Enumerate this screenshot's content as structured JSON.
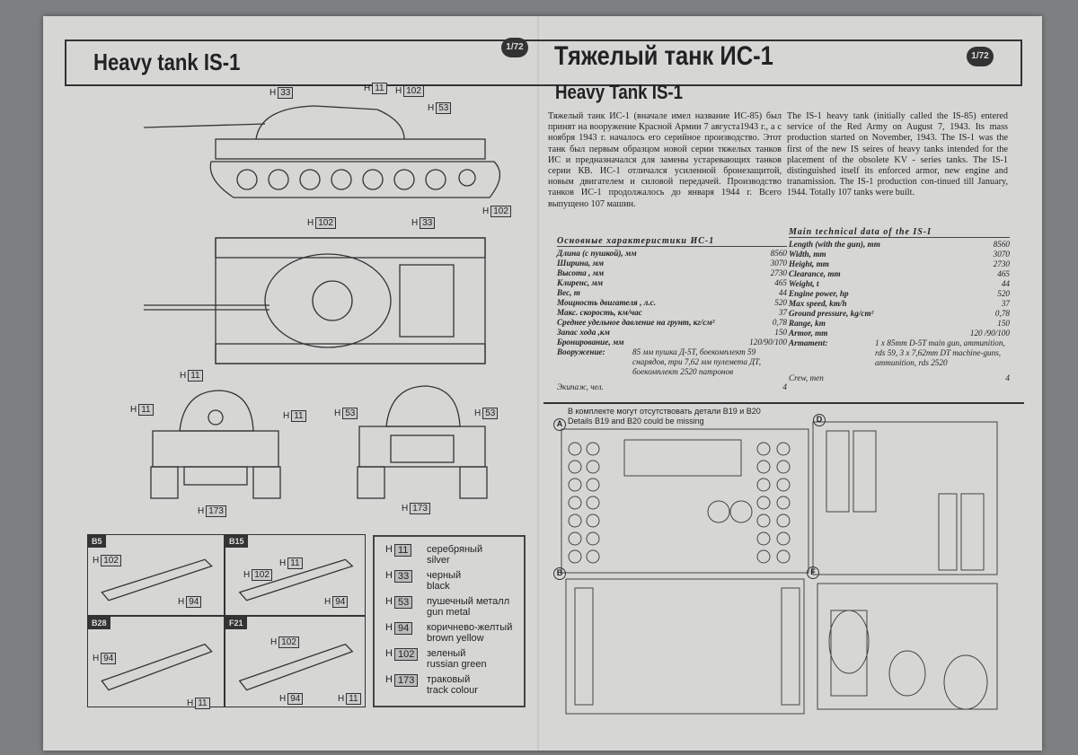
{
  "header": {
    "title_en": "Heavy tank IS-1",
    "scale": "1/72",
    "title_ru": "Тяжелый танк ИС-1",
    "scale_right": "1/72"
  },
  "subtitle": "Heavy Tank IS-1",
  "text_ru": "Тяжелый танк ИС-1 (вначале имел название ИС-85) был принят на вооружение Красной Армии 7 августа1943 г., а с ноября 1943 г. началось его серийное производство. Этот танк был первым образцом новой серии тяжелых танков ИС и предназначался для замены устаревающих танков серии КВ. ИС-1 отличался усиленной бронезащитой, новым двигателем и силовой передачей. Производство танков ИС-1 продолжалось до января 1944 г. Всего выпущено 107 машин.",
  "text_en": "The IS-1 heavy tank (initially called the IS-85) entered service of the Red Army on August 7, 1943. Its mass production started on November, 1943. The IS-1 was the first of the new IS seires of heavy tanks intended for the placement of the obsolete KV - series tanks. The IS-1 distinguished itself its enforced armor, new engine and tranamission. The IS-1 production con-tinued till January, 1944. Totally 107 tanks were built.",
  "specs_ru": {
    "title": "Основные характеристики ИС-1",
    "rows": [
      {
        "k": "Длина (с пушкой), мм",
        "v": "8560"
      },
      {
        "k": "Ширина, мм",
        "v": "3070"
      },
      {
        "k": "Высота , мм",
        "v": "2730"
      },
      {
        "k": "Клиренс, мм",
        "v": "465"
      },
      {
        "k": "Вес, т",
        "v": "44"
      },
      {
        "k": "Мощность двигателя , л.с.",
        "v": "520"
      },
      {
        "k": "Макс. скорость, км/час",
        "v": "37"
      },
      {
        "k": "Среднее удельное давление на грунт, кг/см²",
        "v": "0,78"
      },
      {
        "k": "Запас хода ,км",
        "v": "150"
      },
      {
        "k": "Бронирование, мм",
        "v": "120/90/100"
      }
    ],
    "armament_k": "Вооружение:",
    "armament_v": "85 мм пушка Д-5Т, боекомплект 59 снарядов, три 7,62 мм пулемета ДТ, боекомплект 2520 патронов",
    "crew_k": "Экипаж, чел.",
    "crew_v": "4"
  },
  "specs_en": {
    "title": "Main technical data of the IS-I",
    "rows": [
      {
        "k": "Length (with the gun), mm",
        "v": "8560"
      },
      {
        "k": "Width, mm",
        "v": "3070"
      },
      {
        "k": "Height, mm",
        "v": "2730"
      },
      {
        "k": "Clearance, mm",
        "v": "465"
      },
      {
        "k": "Weight, t",
        "v": "44"
      },
      {
        "k": "Engine power, hp",
        "v": "520"
      },
      {
        "k": "Max speed, km/h",
        "v": "37"
      },
      {
        "k": "Ground pressure, kg/cm²",
        "v": "0,78"
      },
      {
        "k": "Range, km",
        "v": "150"
      },
      {
        "k": "Armor, mm",
        "v": "120 /90/100"
      }
    ],
    "armament_k": "Armament:",
    "armament_v": "1 x 85mm D-5T main gun, ammunition, rds 59, 3 x 7,62mm DT machine-guns, ammunition, rds 2520",
    "crew_k": "Crew, men",
    "crew_v": "4"
  },
  "note_ru": "В комплекте могут отсутствовать детали B19 и B20",
  "note_en": "Details B19 and B20 could be missing",
  "sprues": [
    "A",
    "B",
    "D",
    "F"
  ],
  "callouts": {
    "c1": "33",
    "c2": "11",
    "c3": "102",
    "c4": "53",
    "c5": "102",
    "c6": "102",
    "c7": "33",
    "c8": "11",
    "c9": "11",
    "c10": "11",
    "c11": "173",
    "c12": "53",
    "c13": "53",
    "c14": "173"
  },
  "h": "H",
  "details": [
    {
      "tag": "B5",
      "c": [
        "102",
        "94"
      ]
    },
    {
      "tag": "B15",
      "c": [
        "102",
        "11",
        "94"
      ]
    },
    {
      "tag": "B28",
      "c": [
        "94",
        "11"
      ]
    },
    {
      "tag": "F21",
      "c": [
        "102",
        "94",
        "11"
      ]
    }
  ],
  "paints": [
    {
      "code": "11",
      "ru": "серебряный",
      "en": "silver"
    },
    {
      "code": "33",
      "ru": "черный",
      "en": "black"
    },
    {
      "code": "53",
      "ru": "пушечный металл",
      "en": "gun metal"
    },
    {
      "code": "94",
      "ru": "коричнево-желтый",
      "en": "brown yellow"
    },
    {
      "code": "102",
      "ru": "зеленый",
      "en": "russian green"
    },
    {
      "code": "173",
      "ru": "траковый",
      "en": "track colour"
    }
  ]
}
